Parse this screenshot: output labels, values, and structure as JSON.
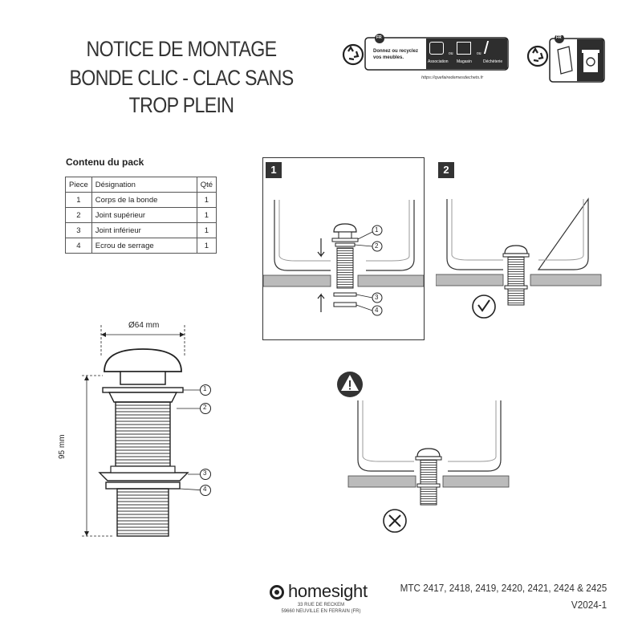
{
  "header": {
    "title_line1": "NOTICE DE MONTAGE",
    "title_line2": "BONDE CLIC - CLAC SANS TROP PLEIN"
  },
  "triman": {
    "lang_badge": "FR",
    "donate_line1": "Donnez ou recyclez",
    "donate_line2": "vos meubles.",
    "opt1": "Association",
    "opt2": "Magasin",
    "opt3": "Déchèterie",
    "or1": "ou",
    "or2": "ou",
    "url": "https://quefairedemesdechets.fr",
    "lang_badge2": "FR"
  },
  "pack": {
    "title": "Contenu du pack",
    "headers": [
      "Piece",
      "Désignation",
      "Qté"
    ],
    "rows": [
      [
        "1",
        "Corps de la bonde",
        "1"
      ],
      [
        "2",
        "Joint supérieur",
        "1"
      ],
      [
        "3",
        "Joint inférieur",
        "1"
      ],
      [
        "4",
        "Ecrou de serrage",
        "1"
      ]
    ]
  },
  "diagram": {
    "diameter_label": "Ø64 mm",
    "height_label": "95 mm",
    "callouts": [
      "1",
      "2",
      "3",
      "4"
    ]
  },
  "steps": {
    "step1": "1",
    "step2": "2",
    "callouts_step1": [
      "1",
      "2",
      "3",
      "4"
    ]
  },
  "footer": {
    "brand": "homesight",
    "address_line1": "33 RUE DE RECKEM",
    "address_line2": "59660 NEUVILLE EN FERRAIN (FR)",
    "models": "MTC 2417, 2418, 2419, 2420, 2421, 2424 & 2425",
    "version": "V2024-1"
  }
}
